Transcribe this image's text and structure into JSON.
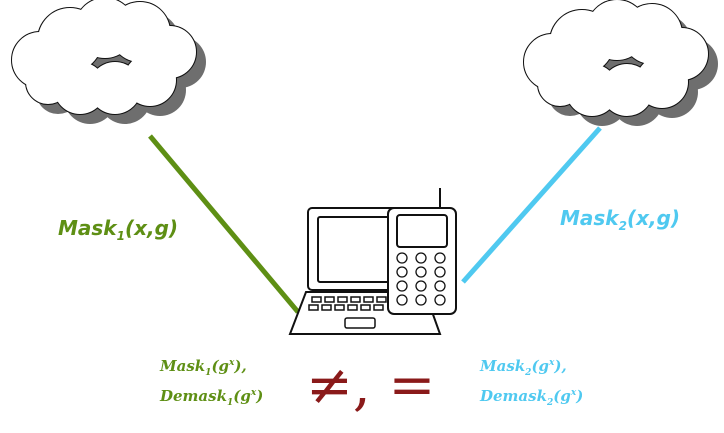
{
  "colors": {
    "green": "#5e8f14",
    "blue": "#4fc9f0",
    "dark_red": "#8a1a1a",
    "cloud_fill": "#ffffff",
    "cloud_shadow": "#6e6e6e"
  },
  "left_link": {
    "label_main": "Mask",
    "label_sub": "1",
    "label_args": "(x,g)",
    "line1_main": "Mask",
    "line1_sub": "1",
    "line1_open": "(g",
    "line1_sup": "x",
    "line1_close": "),",
    "line2_main": "Demask",
    "line2_sub": "1",
    "line2_open": "(g",
    "line2_sup": "x",
    "line2_close": ")"
  },
  "right_link": {
    "label_main": "Mask",
    "label_sub": "2",
    "label_args": "(x,g)",
    "line1_main": "Mask",
    "line1_sub": "2",
    "line1_open": "(g",
    "line1_sup": "x",
    "line1_close": "),",
    "line2_main": "Demask",
    "line2_sub": "2",
    "line2_open": "(g",
    "line2_sup": "x",
    "line2_close": ")"
  },
  "center_symbols": "≠, ="
}
